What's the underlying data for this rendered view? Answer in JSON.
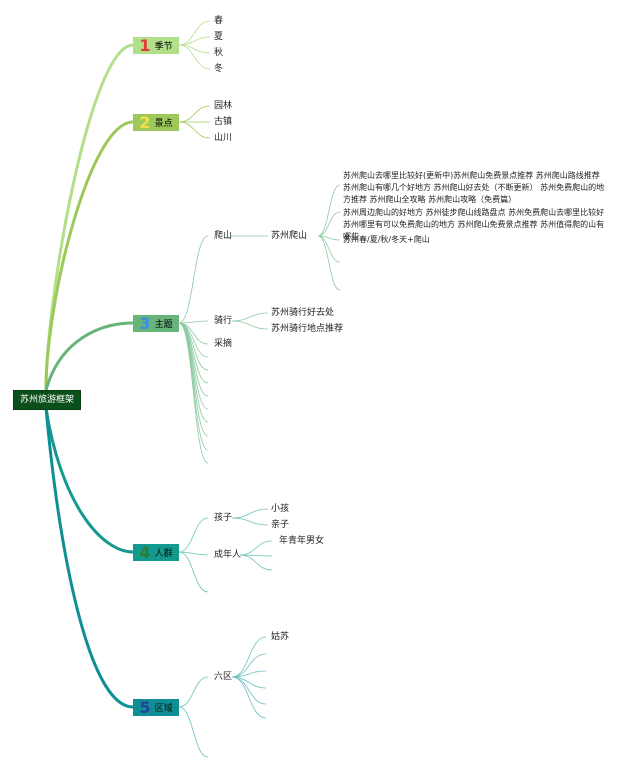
{
  "root": "苏州旅游框架",
  "branches": [
    {
      "num": "1",
      "label": "季节",
      "color": "#b2e08a",
      "num_color": "#e53935",
      "children": [
        "春",
        "夏",
        "秋",
        "冬"
      ]
    },
    {
      "num": "2",
      "label": "景点",
      "color": "#9cc95a",
      "num_color": "#f6e04a",
      "children": [
        "园林",
        "古镇",
        "山川"
      ]
    },
    {
      "num": "3",
      "label": "主题",
      "color": "#66b47a",
      "num_color": "#3d8ee8",
      "children": [
        {
          "label": "爬山",
          "children": [
            {
              "label": "苏州爬山",
              "children": [
                "苏州爬山去哪里比较好(更新中)苏州爬山免费景点推荐 苏州爬山路线推荐 苏州爬山有哪几个好地方 苏州爬山好去处（不断更新） 苏州免费爬山的地方推荐 苏州爬山全攻略 苏州爬山攻略（免费篇）",
                "苏州周边爬山的好地方 苏州徒步爬山线路盘点 苏州免费爬山去哪里比较好 苏州哪里有可以免费爬山的地方 苏州爬山免费景点推荐 苏州值得爬的山有哪些",
                "苏州春/夏/秋/冬天+爬山"
              ]
            }
          ]
        },
        {
          "label": "骑行",
          "children": [
            "苏州骑行好去处",
            "苏州骑行地点推荐"
          ]
        },
        {
          "label": "采摘",
          "children": []
        }
      ]
    },
    {
      "num": "4",
      "label": "人群",
      "color": "#14998e",
      "num_color": "#2e7d32",
      "children": [
        {
          "label": "孩子",
          "children": [
            "小孩",
            "亲子"
          ]
        },
        {
          "label": "成年人",
          "children": [
            "年青年男女"
          ]
        }
      ]
    },
    {
      "num": "5",
      "label": "区域",
      "color": "#0f8f95",
      "num_color": "#2a3f9d",
      "children": [
        {
          "label": "六区",
          "children": [
            "姑苏"
          ]
        }
      ]
    }
  ]
}
